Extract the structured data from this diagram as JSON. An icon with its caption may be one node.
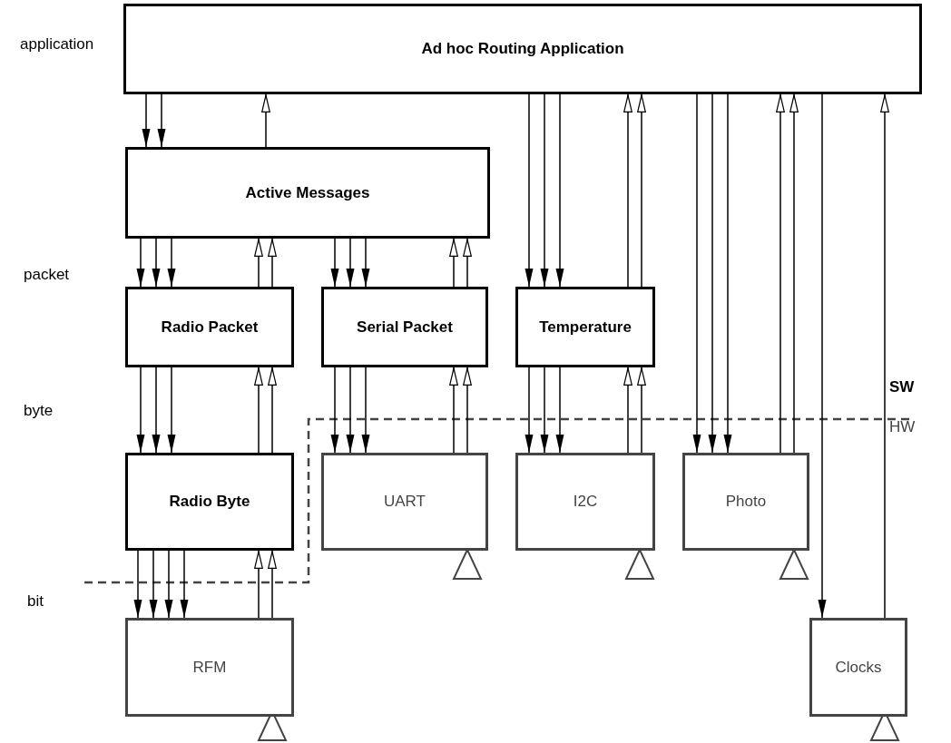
{
  "diagram": {
    "nodes": [
      {
        "text": [
          "Ad hoc Routing Application"
        ]
      },
      {
        "text": [
          "Active Messages"
        ]
      },
      {
        "text": [
          "Radio Packet"
        ]
      },
      {
        "text": [
          "Serial Packet"
        ]
      },
      {
        "text": [
          "Temperature"
        ]
      },
      {
        "text": [
          "Radio Byte"
        ]
      },
      {
        "text": [
          "UART"
        ]
      },
      {
        "text": [
          "I2C"
        ]
      },
      {
        "text": [
          "Photo"
        ]
      },
      {
        "text": [
          "RFM"
        ]
      },
      {
        "text": [
          "Clocks"
        ]
      }
    ],
    "edges": [
      {
        "from": 0,
        "to": 1,
        "arrow": "to"
      },
      {
        "from": 0,
        "to": 1,
        "arrow": "to"
      },
      {
        "from": 1,
        "to": 0,
        "arrow": "to"
      },
      {
        "from": 1,
        "to": 2,
        "arrow": "to"
      },
      {
        "from": 1,
        "to": 2,
        "arrow": "to"
      },
      {
        "from": 1,
        "to": 2,
        "arrow": "to"
      },
      {
        "from": 2,
        "to": 1,
        "arrow": "to"
      },
      {
        "from": 2,
        "to": 1,
        "arrow": "to"
      },
      {
        "from": 1,
        "to": 3,
        "arrow": "to"
      },
      {
        "from": 1,
        "to": 3,
        "arrow": "to"
      },
      {
        "from": 1,
        "to": 3,
        "arrow": "to"
      },
      {
        "from": 3,
        "to": 1,
        "arrow": "to"
      },
      {
        "from": 3,
        "to": 1,
        "arrow": "to"
      },
      {
        "from": 0,
        "to": 4,
        "arrow": "to"
      },
      {
        "from": 0,
        "to": 4,
        "arrow": "to"
      },
      {
        "from": 0,
        "to": 4,
        "arrow": "to"
      },
      {
        "from": 4,
        "to": 0,
        "arrow": "to"
      },
      {
        "from": 4,
        "to": 0,
        "arrow": "to"
      },
      {
        "from": 0,
        "to": 8,
        "arrow": "to"
      },
      {
        "from": 0,
        "to": 8,
        "arrow": "to"
      },
      {
        "from": 0,
        "to": 8,
        "arrow": "to"
      },
      {
        "from": 8,
        "to": 0,
        "arrow": "to"
      },
      {
        "from": 8,
        "to": 0,
        "arrow": "to"
      },
      {
        "from": 0,
        "to": 10,
        "arrow": "to"
      },
      {
        "from": 10,
        "to": 0,
        "arrow": "to"
      },
      {
        "from": 2,
        "to": 5,
        "arrow": "to"
      },
      {
        "from": 2,
        "to": 5,
        "arrow": "to"
      },
      {
        "from": 2,
        "to": 5,
        "arrow": "to"
      },
      {
        "from": 5,
        "to": 2,
        "arrow": "to"
      },
      {
        "from": 5,
        "to": 2,
        "arrow": "to"
      },
      {
        "from": 3,
        "to": 6,
        "arrow": "to"
      },
      {
        "from": 3,
        "to": 6,
        "arrow": "to"
      },
      {
        "from": 3,
        "to": 6,
        "arrow": "to"
      },
      {
        "from": 6,
        "to": 3,
        "arrow": "to"
      },
      {
        "from": 6,
        "to": 3,
        "arrow": "to"
      },
      {
        "from": 4,
        "to": 7,
        "arrow": "to"
      },
      {
        "from": 4,
        "to": 7,
        "arrow": "to"
      },
      {
        "from": 4,
        "to": 7,
        "arrow": "to"
      },
      {
        "from": 7,
        "to": 4,
        "arrow": "to"
      },
      {
        "from": 7,
        "to": 4,
        "arrow": "to"
      },
      {
        "from": 5,
        "to": 9,
        "arrow": "to"
      },
      {
        "from": 5,
        "to": 9,
        "arrow": "to"
      },
      {
        "from": 5,
        "to": 9,
        "arrow": "to"
      },
      {
        "from": 5,
        "to": 9,
        "arrow": "to"
      },
      {
        "from": 9,
        "to": 5,
        "arrow": "to"
      },
      {
        "from": 9,
        "to": 5,
        "arrow": "to"
      }
    ],
    "labels": [
      "application",
      "packet",
      "byte",
      "bit",
      "SW",
      "HW"
    ]
  }
}
